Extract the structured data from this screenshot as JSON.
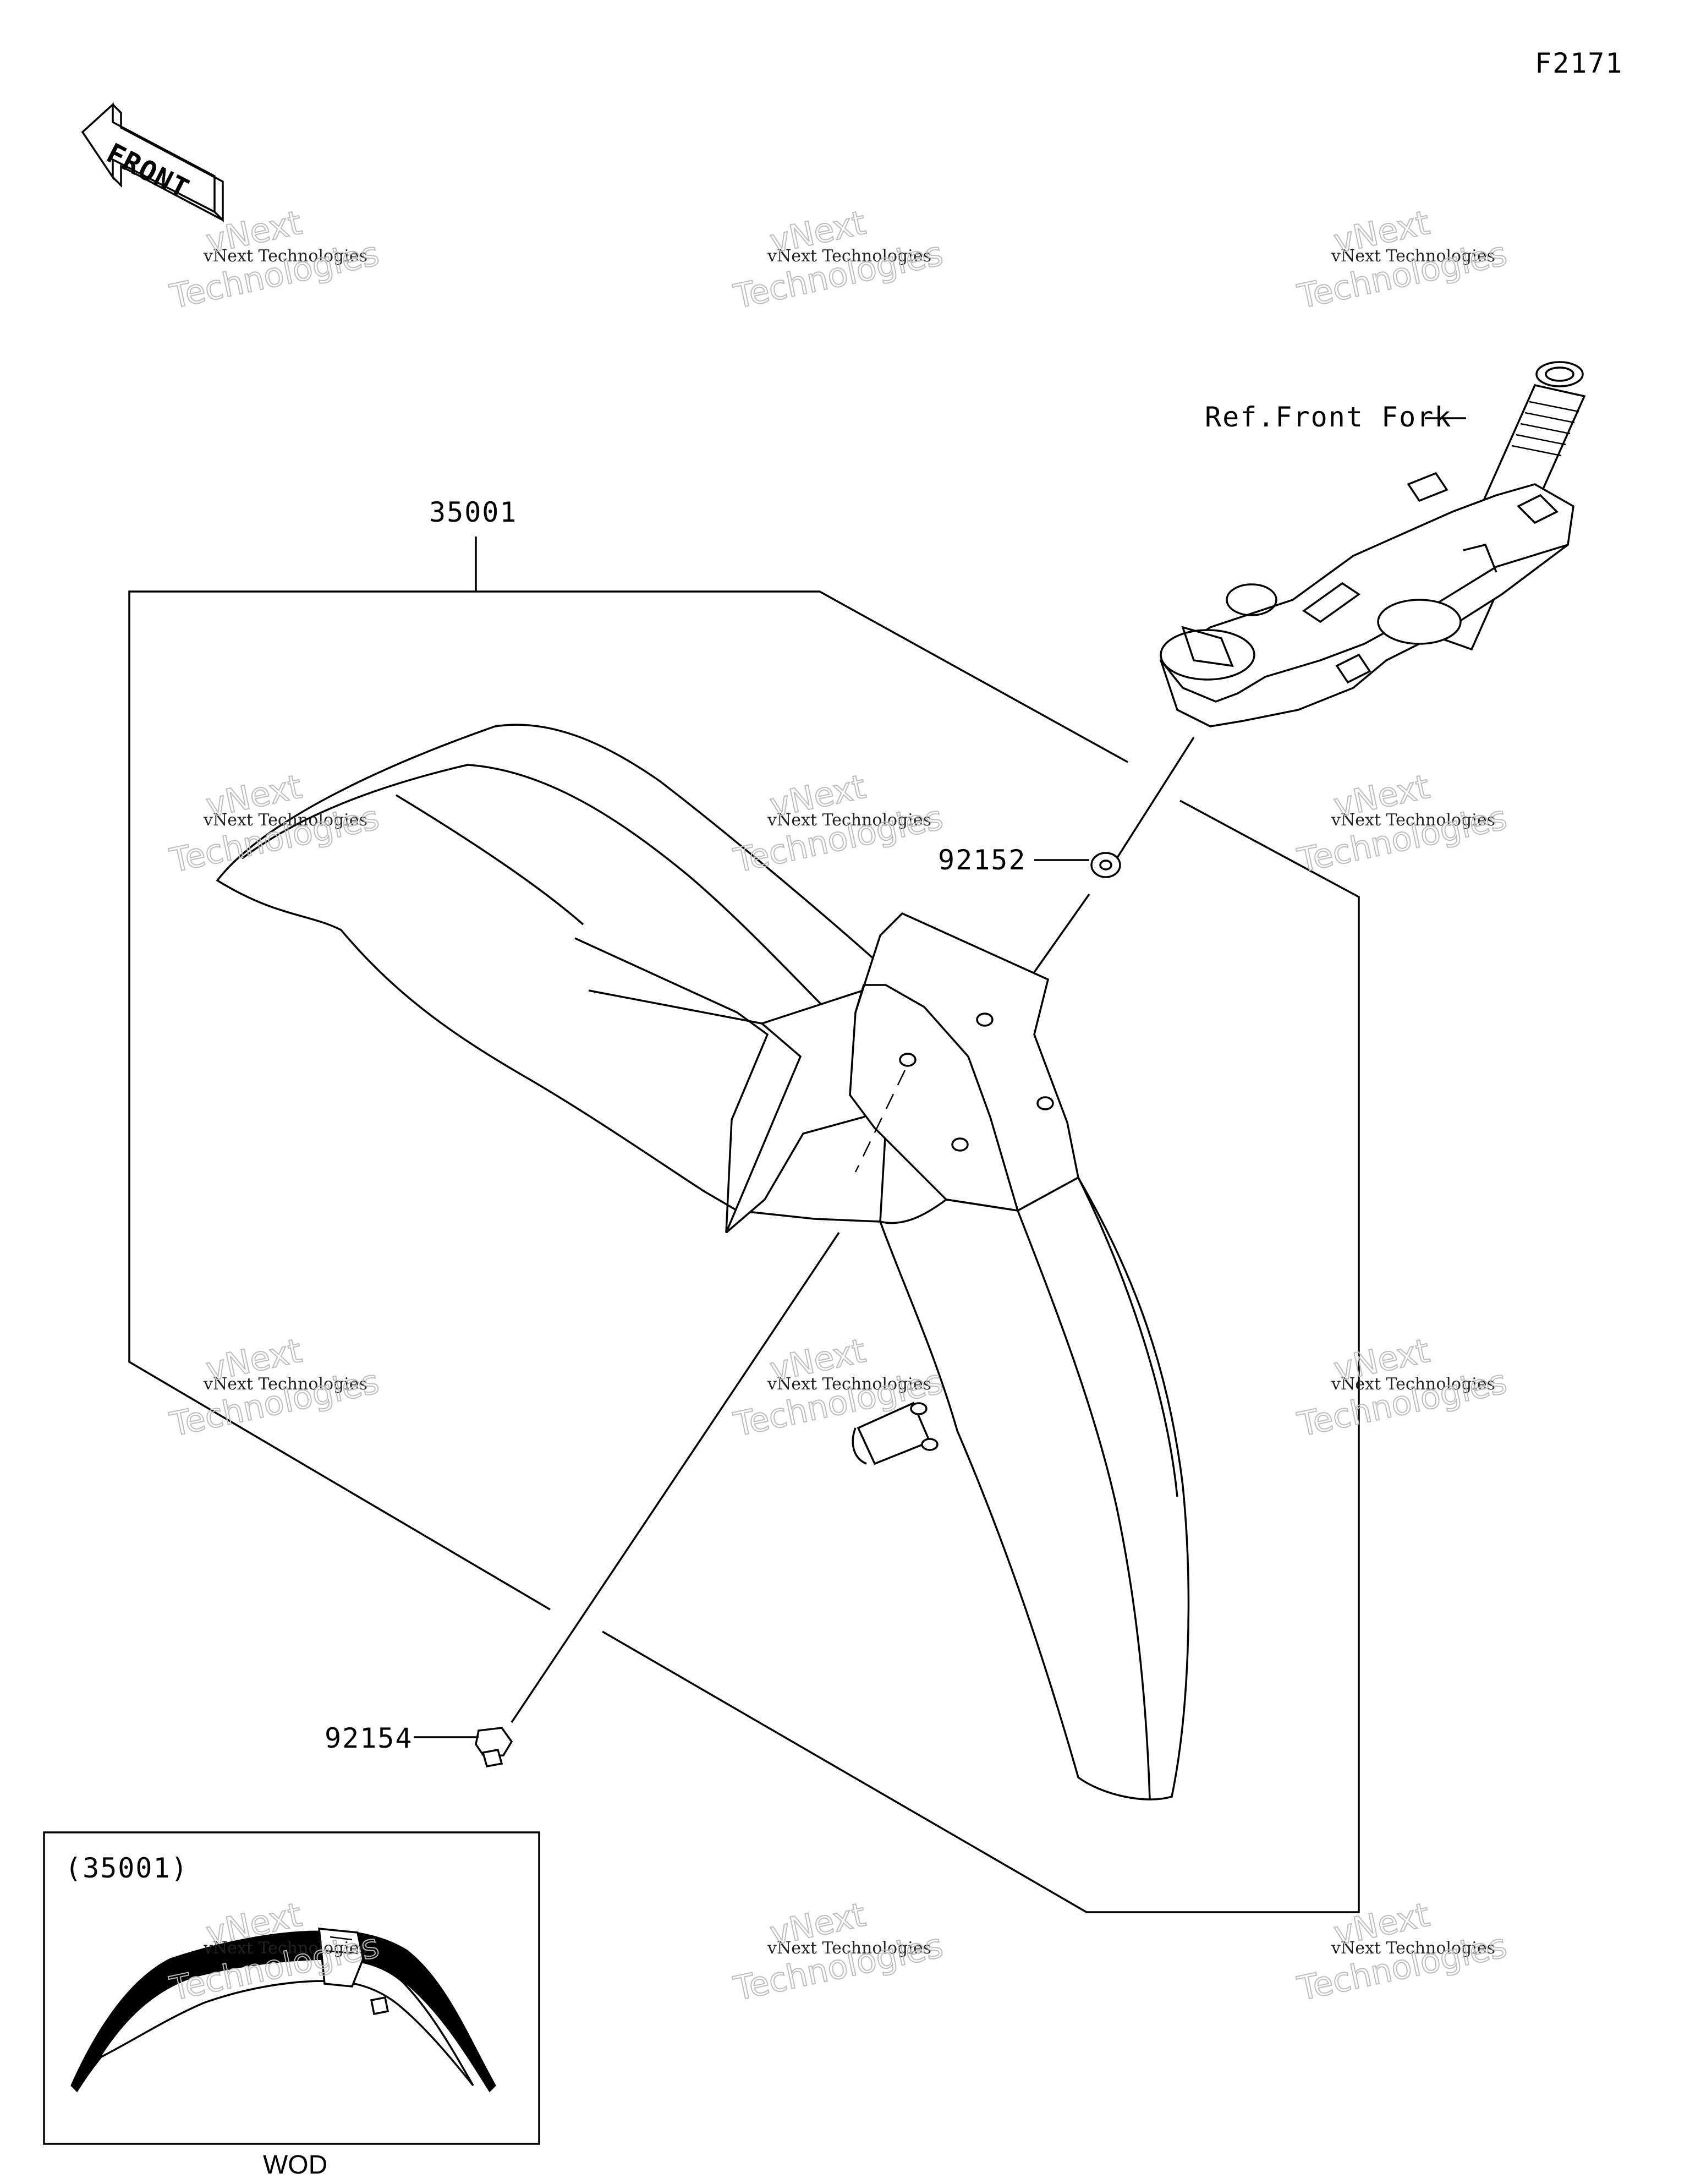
{
  "figure_code": "F2171",
  "front_arrow": {
    "text": "FRONT",
    "icon": "front-direction-arrow-icon"
  },
  "parts": {
    "fender": "35001",
    "washer": "92152",
    "bolt": "92154"
  },
  "reference": "Ref.Front Fork",
  "inset": {
    "label": "(35001)",
    "caption": "WOD"
  },
  "watermark": {
    "line1": "vNext Technologies",
    "line2": "vNext",
    "line3": "Technologies"
  }
}
